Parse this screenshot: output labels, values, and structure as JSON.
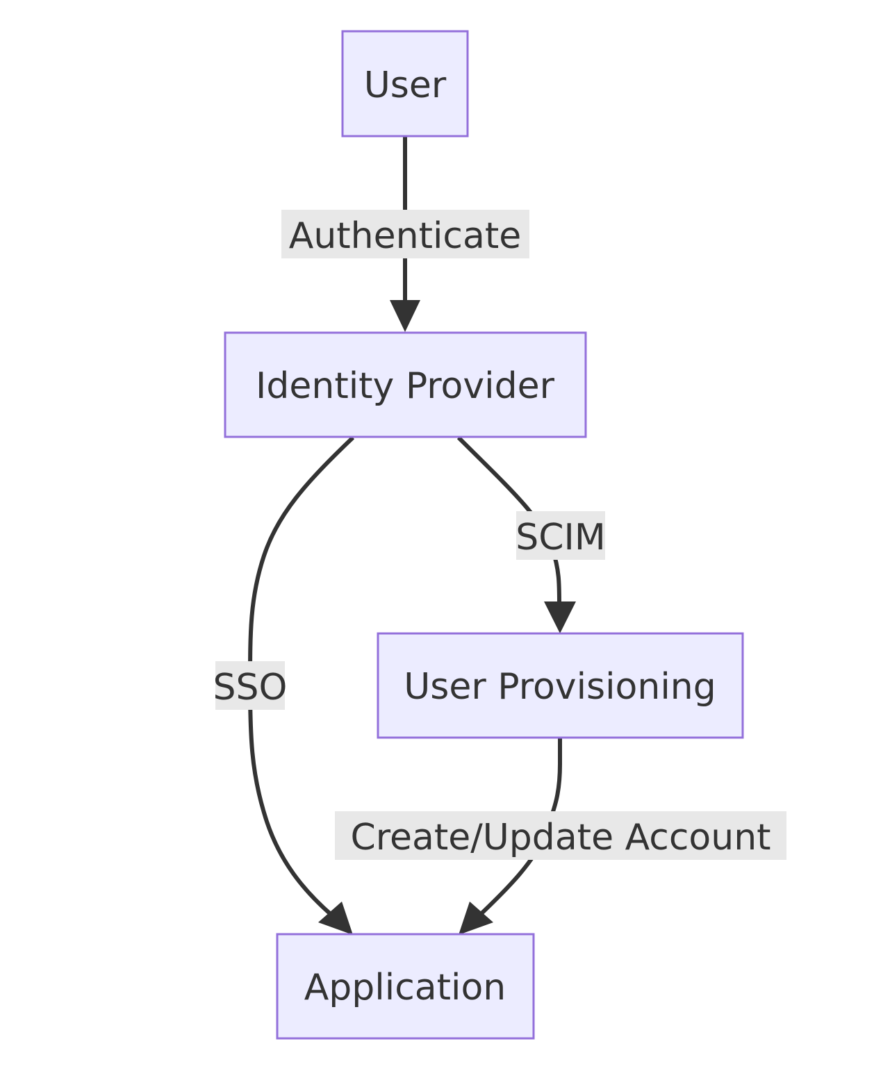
{
  "nodes": {
    "user": "User",
    "identity_provider": "Identity Provider",
    "user_provisioning": "User Provisioning",
    "application": "Application"
  },
  "edges": {
    "user_to_idp": "Authenticate",
    "idp_to_provisioning": "SCIM",
    "idp_to_application": "SSO",
    "provisioning_to_application": "Create/Update Account"
  },
  "colors": {
    "node_fill": "#ECECFF",
    "node_stroke": "#9370DB",
    "edge": "#333333",
    "label_background": "#E8E8E8",
    "text": "#333333"
  }
}
